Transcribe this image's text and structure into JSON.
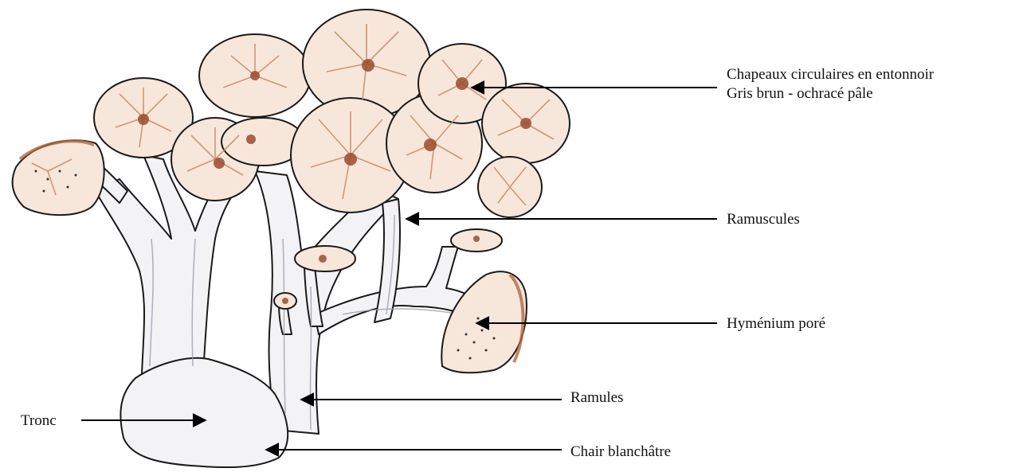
{
  "labels": {
    "caps_line1": "Chapeaux circulaires en entonnoir",
    "caps_line2": "Gris brun - ochracé pâle",
    "ramuscules": "Ramuscules",
    "hymenium": "Hyménium poré",
    "ramules": "Ramules",
    "tronc": "Tronc",
    "chair": "Chair blanchâtre"
  },
  "colors": {
    "ink": "#1a1a1a",
    "cap_fill": "#f7e6da",
    "cap_stripe": "#c98a64",
    "cap_center": "#9a4b2e",
    "stem_fill": "#f3f3f6",
    "stem_shade": "#9aa0aa",
    "arrow": "#000000"
  }
}
